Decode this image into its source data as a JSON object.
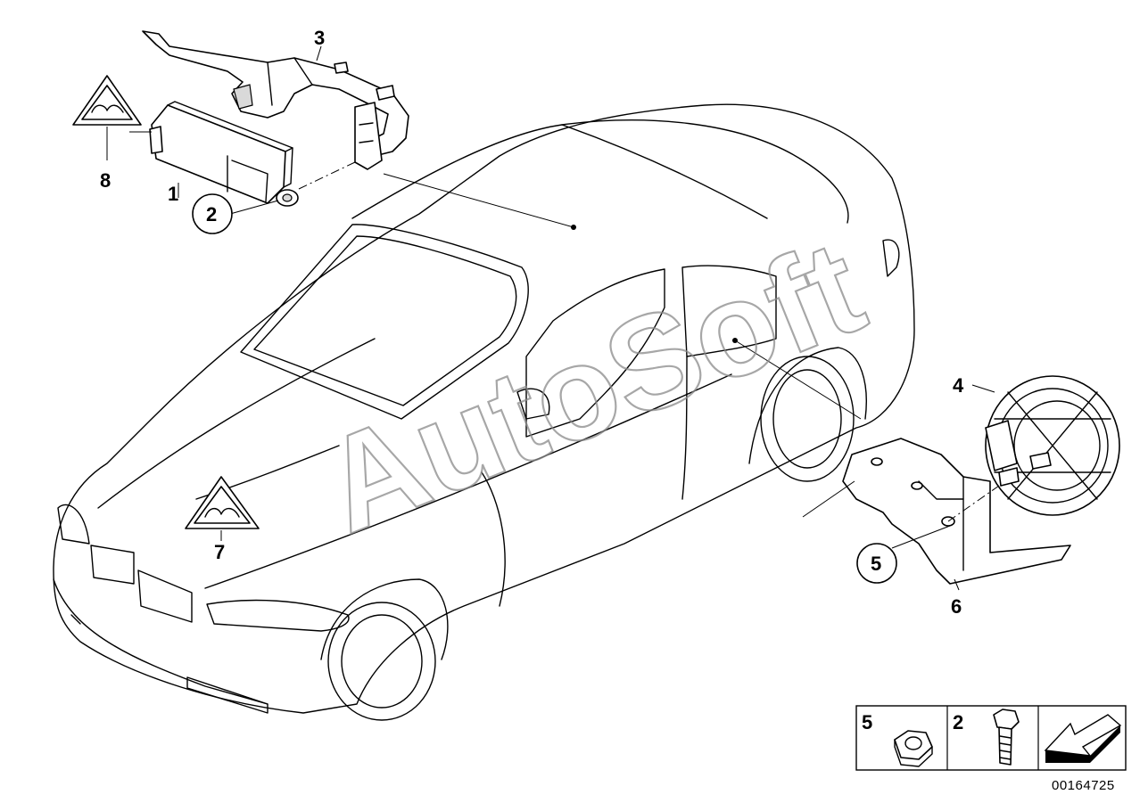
{
  "callouts": [
    {
      "id": "1",
      "text": "1"
    },
    {
      "id": "2",
      "text": "2"
    },
    {
      "id": "3",
      "text": "3"
    },
    {
      "id": "4",
      "text": "4"
    },
    {
      "id": "5",
      "text": "5"
    },
    {
      "id": "6",
      "text": "6"
    },
    {
      "id": "7",
      "text": "7"
    },
    {
      "id": "8",
      "text": "8"
    }
  ],
  "legend": {
    "item_a": "5",
    "item_b": "2"
  },
  "watermark": "AutoSoft",
  "drawing_number": "00164725"
}
